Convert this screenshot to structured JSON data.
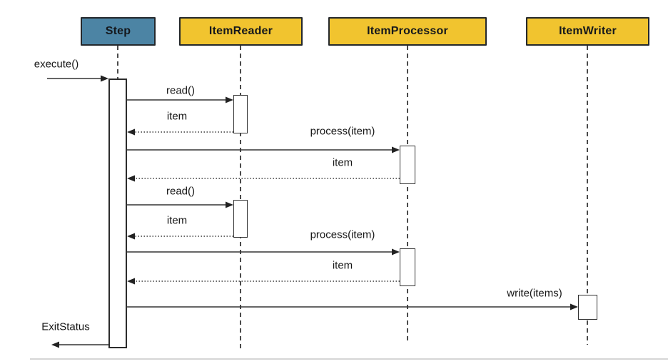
{
  "diagram": {
    "type": "uml-sequence",
    "participants": [
      {
        "id": "step",
        "label": "Step",
        "fill": "#4c84a4"
      },
      {
        "id": "item-reader",
        "label": "ItemReader",
        "fill": "#f1c42f"
      },
      {
        "id": "item-processor",
        "label": "ItemProcessor",
        "fill": "#f1c42f"
      },
      {
        "id": "item-writer",
        "label": "ItemWriter",
        "fill": "#f1c42f"
      }
    ],
    "messages": [
      {
        "label": "execute()",
        "from": "caller",
        "to": "step",
        "kind": "call"
      },
      {
        "label": "read()",
        "from": "step",
        "to": "item-reader",
        "kind": "call"
      },
      {
        "label": "item",
        "from": "item-reader",
        "to": "step",
        "kind": "return"
      },
      {
        "label": "process(item)",
        "from": "step",
        "to": "item-processor",
        "kind": "call"
      },
      {
        "label": "item",
        "from": "item-processor",
        "to": "step",
        "kind": "return"
      },
      {
        "label": "read()",
        "from": "step",
        "to": "item-reader",
        "kind": "call"
      },
      {
        "label": "item",
        "from": "item-reader",
        "to": "step",
        "kind": "return"
      },
      {
        "label": "process(item)",
        "from": "step",
        "to": "item-processor",
        "kind": "call"
      },
      {
        "label": "item",
        "from": "item-processor",
        "to": "step",
        "kind": "return"
      },
      {
        "label": "write(items)",
        "from": "step",
        "to": "item-writer",
        "kind": "call"
      },
      {
        "label": "ExitStatus",
        "from": "step",
        "to": "caller",
        "kind": "return"
      }
    ],
    "colors": {
      "step_fill": "#4c84a4",
      "component_fill": "#f1c42f",
      "box_border": "#24282c",
      "line": "#333333",
      "lifeline": "#4a4a4a",
      "text": "#161616",
      "bottom_rule": "#d6d6d6"
    }
  }
}
